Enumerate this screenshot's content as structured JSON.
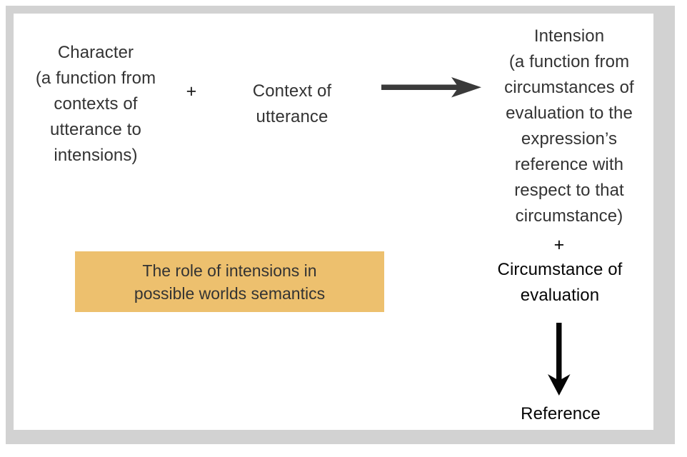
{
  "figure": {
    "title": "The role of intensions in possible worlds semantics",
    "frame_color": "#d2d2d2",
    "background_color": "#ffffff"
  },
  "nodes": {
    "character": {
      "name": "Character",
      "text": "Character\n(a function from\ncontexts of\nutterance to\nintensions)",
      "color": "#333333"
    },
    "plus_1": {
      "symbol": "+"
    },
    "context": {
      "name": "Context of utterance",
      "text": "Context of\nutterance",
      "color": "#333333"
    },
    "intension": {
      "name": "Intension",
      "text": "Intension\n(a function from\ncircumstances of\nevaluation to the\nexpression’s\nreference with\nrespect to that\ncircumstance)",
      "color": "#333333"
    },
    "plus_2": {
      "symbol": "+"
    },
    "circumstance": {
      "name": "Circumstance of evaluation",
      "text": "Circumstance of\nevaluation",
      "color": "#050505"
    },
    "reference": {
      "name": "Reference",
      "text": "Reference",
      "color": "#050505"
    }
  },
  "arrows": {
    "horizontal": {
      "direction": "right",
      "from": "Character + Context of utterance",
      "to": "Intension",
      "color": "#3a3a3a"
    },
    "vertical": {
      "direction": "down",
      "from": "Intension + Circumstance of evaluation",
      "to": "Reference",
      "color": "#050505"
    }
  },
  "caption": {
    "text": "The role of intensions in\npossible worlds semantics",
    "background_color": "#edc06e",
    "text_color": "#333333"
  }
}
